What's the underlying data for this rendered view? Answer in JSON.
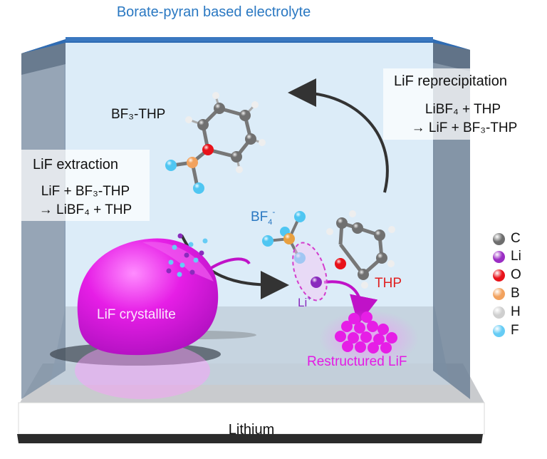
{
  "title": "Borate-pyran based electrolyte",
  "substrate_label": "Lithium",
  "labels": {
    "bf3_thp": "BF₃-THP",
    "bf4": "BF",
    "bf4_sub": "4",
    "bf4_sup": "-",
    "li_ion": "Li",
    "li_ion_sup": "+",
    "thp": "THP",
    "crystallite": "LiF crystallite",
    "restructured": "Restructured LiF"
  },
  "extraction": {
    "heading": "LiF extraction",
    "line1": "LiF + BF₃-THP",
    "line2": "→ LiBF₄ + THP"
  },
  "reprecipitation": {
    "heading": "LiF reprecipitation",
    "line1": "LiBF₄ + THP",
    "line2": "→ LiF + BF₃-THP"
  },
  "legend": [
    {
      "symbol": "C",
      "element": "carbon",
      "color": "#6e6e6e"
    },
    {
      "symbol": "Li",
      "element": "lithium",
      "color": "#9b2ec4"
    },
    {
      "symbol": "O",
      "element": "oxygen",
      "color": "#e8121a"
    },
    {
      "symbol": "B",
      "element": "boron",
      "color": "#f2a25e"
    },
    {
      "symbol": "H",
      "element": "hydrogen",
      "color": "#cfcfcf"
    },
    {
      "symbol": "F",
      "element": "fluorine",
      "color": "#66ccf5"
    }
  ],
  "colors": {
    "title": "#2a78c2",
    "lif": "#e419e4",
    "thp_label": "#e02020",
    "li_label": "#8a2bbd",
    "bf4_label": "#2a78c2",
    "arrow": "#333333"
  }
}
